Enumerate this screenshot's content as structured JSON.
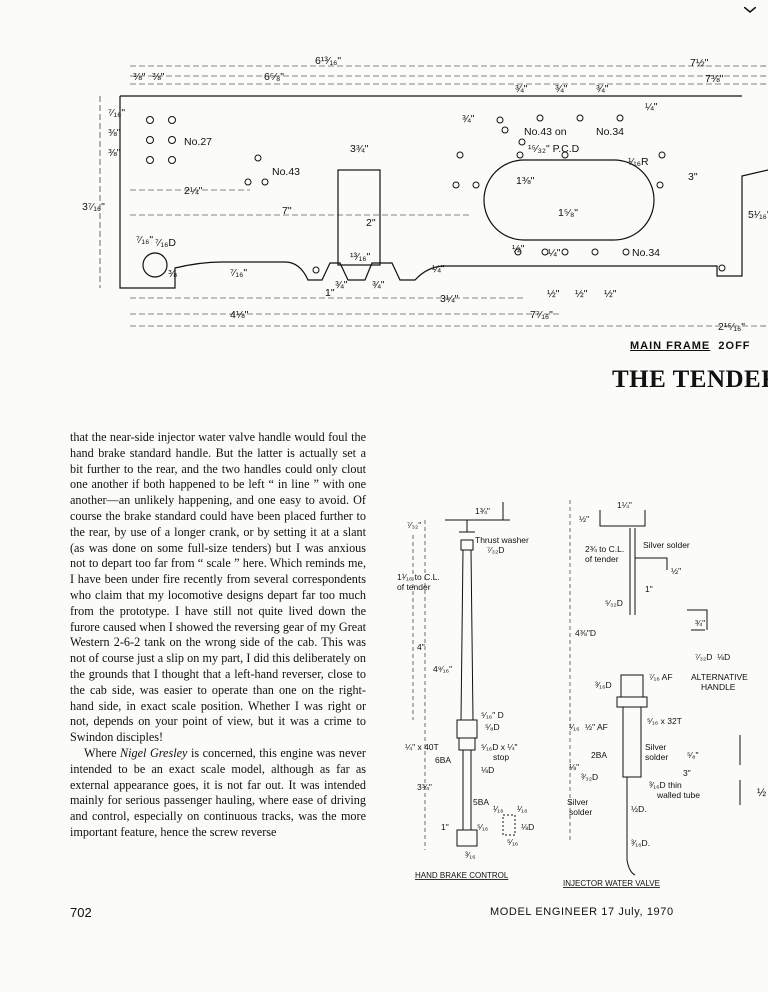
{
  "frame": {
    "dims": {
      "overall_length": "6¹³⁄₁₆\"",
      "d_65_8": "6⁵⁄₈\"",
      "d_71_2": "7½\"",
      "d_73_8": "7⅜\"",
      "d_3_8a": "⅜\"",
      "d_3_8b": "⅜\"",
      "d_3_4a": "¾\"",
      "d_3_4b": "¾\"",
      "d_3_4c": "¾\"",
      "d_1_4top": "¼\"",
      "d_7_16": "⁷⁄₁₆\"",
      "d_3_8c": "⅜\"",
      "d_3_8d": "⅜\"",
      "d_3_4left": "¾\"",
      "d_33_4": "3¾\"",
      "d_21_4": "2¼\"",
      "d_7": "7\"",
      "d_37_16": "3⁷⁄₁₆\"",
      "d_7_16b": "⁷⁄₁₆\"",
      "d_7_16D": "⁷⁄₁₆D",
      "d_3_8e": "⅜",
      "d_7_16c": "⁷⁄₁₆\"",
      "d_2": "2\"",
      "d_13_16": "¹³⁄₁₆\"",
      "d_1": "1\"",
      "d_3_4d": "¾\"",
      "d_3_4e": "¾\"",
      "d_1_4b": "¼\"",
      "d_31_4": "3¼\"",
      "d_41_8": "4⅛\"",
      "d_77_16": "7⁷⁄₁₆\"",
      "d_215_16": "2¹⁵⁄₁₆\"",
      "d_13_8": "1⅜\"",
      "d_15_8": "1⁵⁄₈\"",
      "d_1_2a": "½\"",
      "d_1_4c": "¼\"",
      "d_1_2b": "½\"",
      "d_1_2c": "½\"",
      "d_1_2d": "½\"",
      "d_3": "3\"",
      "d_1_16R": "¹⁄₁₆R",
      "d_51_16": "5¹⁄₁₆\""
    },
    "labels": {
      "no27": "No.27",
      "no43": "No.43",
      "no43on": "No.43 on",
      "no34a": "No.34",
      "pcd": "¹⁵⁄₃₂\" P.C.D",
      "no34b": "No.34"
    },
    "caption_underlined": "MAIN  FRAME",
    "caption_rest": "2OFF"
  },
  "section_title": "THE TENDER",
  "body": {
    "p1": "that the near-side injector water valve handle would foul the hand brake standard handle. But the latter is actually set a bit further to the rear, and the two handles could only clout one another if both happened to be left “ in line ” with one another—an unlikely happening, and one easy to avoid. Of course the brake standard could have been placed further to the rear, by use of a longer crank, or by setting it at a slant (as was done on some full-size tenders) but I was anxious not to depart too far from “ scale ” here. Which reminds me, I have been under fire recently from several correspondents who claim that my locomotive designs depart far too much from the prototype. I have still not quite lived down the furore caused when I showed the reversing gear of my Great Western 2-6-2 tank on the wrong side of the cab. This was not of course just a slip on my part, I did this deliberately on the grounds that I thought that a left-hand reverser, close to the cab side, was easier to operate than one on the right-hand side, in exact scale position. Whether I was right or not, depends on your point of view, but it was a crime to Swindon disciples!",
    "p2_pre": "Where ",
    "p2_em": "Nigel Gresley",
    "p2_post": " is concerned, this engine was never intended to be an exact scale model, although as far as external appearance goes, it is not far out. It was intended mainly for serious passenger hauling, where ease of driving and control, especially on continuous tracks, was the more important feature, hence the screw reverse"
  },
  "brake": {
    "caption": "HAND  BRAKE  CONTROL",
    "labels": {
      "a134": "1¾\"",
      "a7_32": "⁷⁄₃₂\"",
      "thrust": "Thrust washer",
      "thrust_d": "⁷⁄₃₂D",
      "cl": "1¹⁄₁₆ to C.L.",
      "oftender": "of tender",
      "four": "4\"",
      "four916": "4⁹⁄₁₆\"",
      "s38": "⁵⁄₁₆\" D",
      "s516": "⁵⁄₈D",
      "x40t": "¼\" x 40T",
      "sd14": "⁵⁄₁₆D x ¼\"",
      "stop": "stop",
      "ba6": "6BA",
      "d18": "⅛D",
      "a334": "3¾\"",
      "ba5": "5BA",
      "one": "1\"",
      "a516": "⁵⁄₁₆",
      "a116": "¹⁄₁₆",
      "a116b": "¹⁄₁₆",
      "a18d": "⅛D",
      "a516b": "⁵⁄₁₆",
      "a316": "³⁄₁₆"
    }
  },
  "injector": {
    "caption": "INJECTOR  WATER  VALVE",
    "labels": {
      "a114": "1¼\"",
      "a12": "½\"",
      "silver1": "Silver solder",
      "cl": "2¾ to C.L.",
      "oftender": "of tender",
      "a12b": "½\"",
      "one": "1\"",
      "d532": "⁵⁄₃₂D",
      "a438": "4⅜\"D",
      "a34": "¾\"",
      "d732": "⁷⁄₃₂D",
      "d18": "⅛D",
      "alt": "ALTERNATIVE",
      "handle": "HANDLE",
      "a316": "³⁄₁₆D",
      "af716": "⁷⁄₁₆ AF",
      "a116": "¹⁄₁₆",
      "af12": "½\" AF",
      "x32t": "⁵⁄₁₆ x 32T",
      "ba2": "2BA",
      "silver2": "Silver",
      "solder2": "solder",
      "a58": "⁵⁄₈\"",
      "a18": "⅛\"",
      "d332": "³⁄₃₂D",
      "a3": "3\"",
      "d316thin": "³⁄₁₆D thin",
      "walled": "walled tube",
      "silver3": "Silver",
      "solder3": "solder",
      "d12": "½D.",
      "d316": "³⁄₁₆D."
    },
    "partial_right": "½"
  },
  "footer": {
    "page": "702",
    "magazine": "MODEL ENGINEER  17 July, 1970"
  }
}
